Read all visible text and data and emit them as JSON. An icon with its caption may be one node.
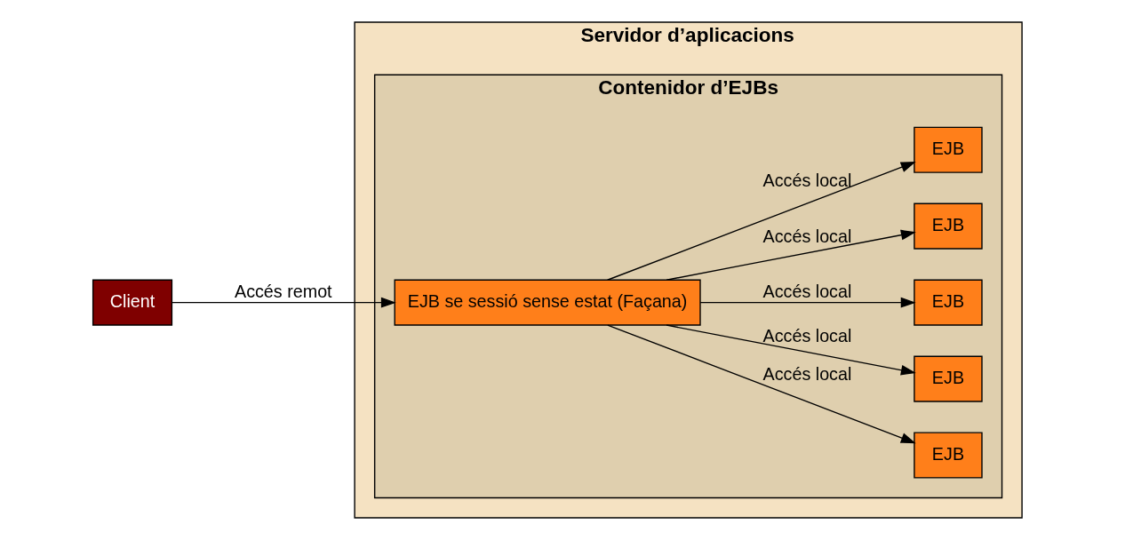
{
  "diagram": {
    "nodes": [
      {
        "text": [
          "Servidor d’aplicacions"
        ]
      },
      {
        "text": [
          "Contenidor d’EJBs"
        ],
        "in": 0
      },
      {
        "text": [
          "Client"
        ]
      },
      {
        "text": [
          "EJB se sessió sense estat (Façana)"
        ],
        "in": 1
      },
      {
        "text": [
          "EJB"
        ],
        "in": 1
      },
      {
        "text": [
          "EJB"
        ],
        "in": 1
      },
      {
        "text": [
          "EJB"
        ],
        "in": 1
      },
      {
        "text": [
          "EJB"
        ],
        "in": 1
      },
      {
        "text": [
          "EJB"
        ],
        "in": 1
      }
    ],
    "edges": [
      {
        "from": 2,
        "to": 3,
        "arrow": "to",
        "label": "Accés remot"
      },
      {
        "from": 3,
        "to": 4,
        "arrow": "to",
        "label": "Accés local"
      },
      {
        "from": 3,
        "to": 5,
        "arrow": "to",
        "label": "Accés local"
      },
      {
        "from": 3,
        "to": 6,
        "arrow": "to",
        "label": "Accés local"
      },
      {
        "from": 3,
        "to": 7,
        "arrow": "to",
        "label": "Accés local"
      },
      {
        "from": 3,
        "to": 8,
        "arrow": "to",
        "label": "Accés local"
      }
    ]
  }
}
